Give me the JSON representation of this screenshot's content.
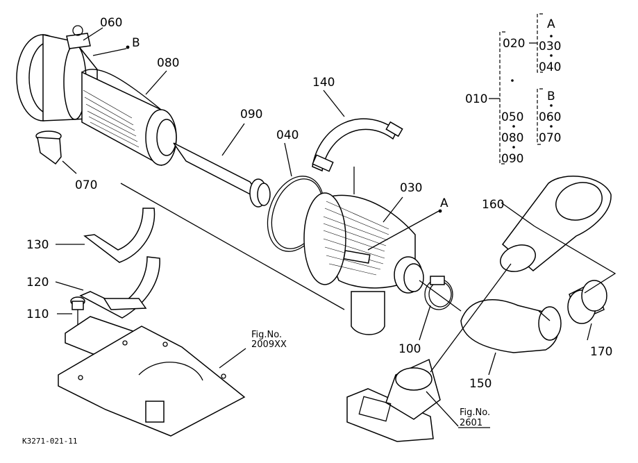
{
  "diagram": {
    "labels": {
      "p060": "060",
      "pB": "B",
      "p080": "080",
      "p090": "090",
      "p140": "140",
      "p040": "040",
      "p070": "070",
      "p030": "030",
      "pA": "A",
      "p160": "160",
      "p130": "130",
      "p120": "120",
      "p110": "110",
      "p100": "100",
      "p170": "170",
      "p150": "150"
    },
    "figref1": {
      "line1": "Fig.No.",
      "line2": "2009XX"
    },
    "figref2": {
      "line1": "Fig.No.",
      "line2": "2601"
    },
    "tree": {
      "root": "010",
      "g1_head": "020",
      "groupA": {
        "letter": "A",
        "items": [
          "030",
          "040"
        ]
      },
      "middle": [
        "050",
        "080",
        "090"
      ],
      "groupB": {
        "letter": "B",
        "items": [
          "060",
          "070"
        ]
      }
    },
    "footer": "K3271-021-11"
  }
}
